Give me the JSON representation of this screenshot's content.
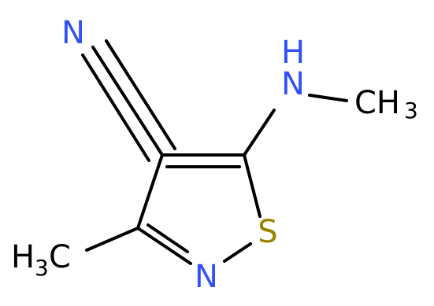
{
  "molecule": {
    "atoms": {
      "nitrile_n": {
        "symbol": "N",
        "color": "#3050F8"
      },
      "amine_nh": {
        "symbol": "N",
        "h": "H",
        "color": "#3050F8"
      },
      "amine_methyl": {
        "symbol": "CH",
        "subscript": "3",
        "color": "#000000"
      },
      "ring_s": {
        "symbol": "S",
        "color": "#9A8200"
      },
      "ring_n": {
        "symbol": "N",
        "color": "#3050F8"
      },
      "ring_methyl": {
        "symbol": "H",
        "subscript": "3",
        "tail": "C",
        "color": "#000000"
      }
    },
    "bond_color": "#000000"
  }
}
